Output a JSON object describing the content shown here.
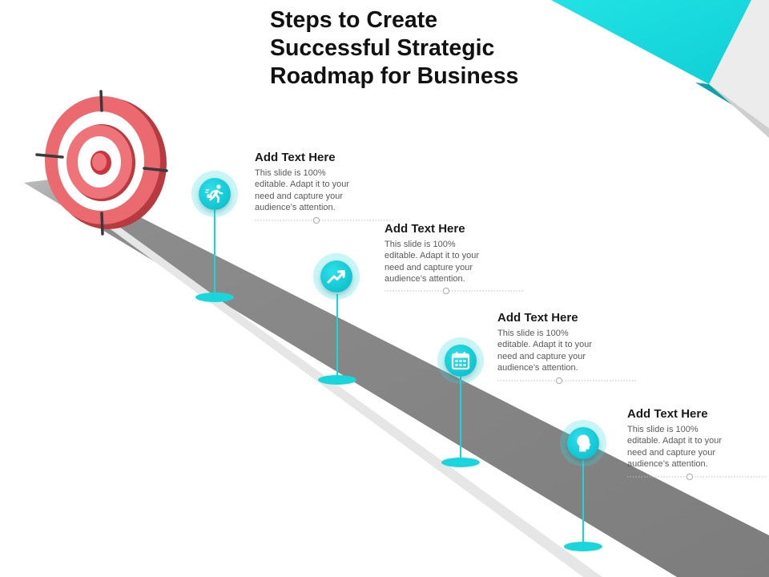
{
  "slide": {
    "title_lines": [
      "Steps to Create",
      "Successful Strategic",
      "Roadmap for Business"
    ],
    "accent_color": "#19d6dc",
    "road_color": "#808080",
    "target_color": "#e8565c",
    "steps": [
      {
        "heading": "Add Text Here",
        "desc_lines": [
          "This slide is 100%",
          "editable. Adapt it to your",
          "need and capture your",
          "audience’s attention."
        ],
        "icon": "running-man-icon"
      },
      {
        "heading": "Add Text Here",
        "desc_lines": [
          "This slide is 100%",
          "editable. Adapt it to your",
          "need and capture your",
          "audience’s attention."
        ],
        "icon": "trend-up-arrow-icon"
      },
      {
        "heading": "Add Text Here",
        "desc_lines": [
          "This slide is 100%",
          "editable. Adapt it to your",
          "need and capture your",
          "audience’s attention."
        ],
        "icon": "calendar-icon"
      },
      {
        "heading": "Add Text Here",
        "desc_lines": [
          "This slide is 100%",
          "editable. Adapt it to your",
          "need and capture your",
          "audience’s attention."
        ],
        "icon": "head-profile-icon"
      }
    ]
  }
}
